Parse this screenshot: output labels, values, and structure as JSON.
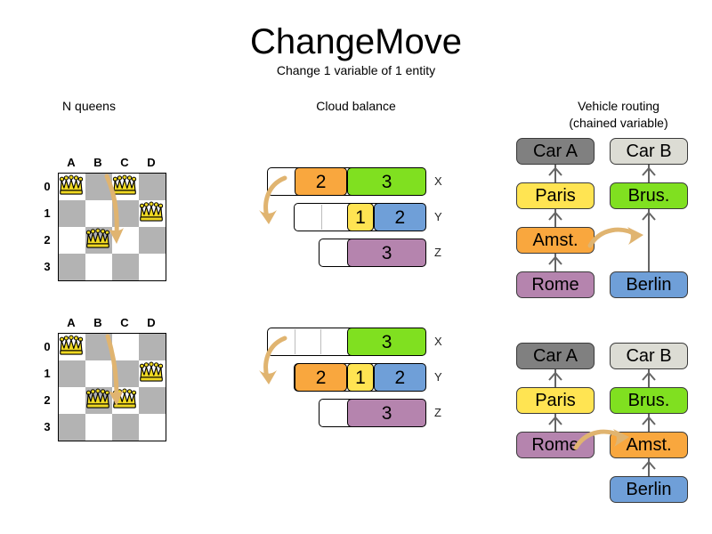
{
  "header": {
    "title": "ChangeMove",
    "subtitle": "Change 1 variable of 1 entity"
  },
  "columns": {
    "nqueens": "N queens",
    "cloud": "Cloud balance",
    "vrp_line1": "Vehicle routing",
    "vrp_line2": "(chained variable)"
  },
  "nqueens": {
    "files": [
      "A",
      "B",
      "C",
      "D"
    ],
    "ranks": [
      "0",
      "1",
      "2",
      "3"
    ],
    "before": {
      "queens": [
        {
          "file": 0,
          "rank": 0
        },
        {
          "file": 2,
          "rank": 0
        },
        {
          "file": 3,
          "rank": 1
        },
        {
          "file": 1,
          "rank": 2
        }
      ],
      "move": {
        "from_file": 2,
        "from_rank": 0,
        "to_file": 2,
        "to_rank": 2
      }
    },
    "after": {
      "queens": [
        {
          "file": 0,
          "rank": 0
        },
        {
          "file": 3,
          "rank": 1
        },
        {
          "file": 1,
          "rank": 2
        },
        {
          "file": 2,
          "rank": 2
        }
      ],
      "move": {
        "from_file": 2,
        "from_rank": 0,
        "to_file": 2,
        "to_rank": 2
      }
    },
    "colors": {
      "dark": "#b3b3b3",
      "light": "#ffffff",
      "queen": "#f0d922",
      "arrow": "#e0b470"
    }
  },
  "cloud": {
    "computer_labels": [
      "X",
      "Y",
      "Z"
    ],
    "before": {
      "computers": [
        {
          "label": "X",
          "processes": [
            {
              "value": "2",
              "color": "#f9a73e"
            },
            {
              "value": "3",
              "color": "#80e020"
            }
          ]
        },
        {
          "label": "Y",
          "processes": [
            {
              "value": "1",
              "color": "#ffe452"
            },
            {
              "value": "2",
              "color": "#6f9fd8"
            }
          ]
        },
        {
          "label": "Z",
          "processes": [
            {
              "value": "3",
              "color": "#b584ae"
            }
          ]
        }
      ]
    },
    "after": {
      "computers": [
        {
          "label": "X",
          "processes": [
            {
              "value": "3",
              "color": "#80e020"
            }
          ]
        },
        {
          "label": "Y",
          "processes": [
            {
              "value": "2",
              "color": "#f9a73e"
            },
            {
              "value": "1",
              "color": "#ffe452"
            },
            {
              "value": "2",
              "color": "#6f9fd8"
            }
          ]
        },
        {
          "label": "Z",
          "processes": [
            {
              "value": "3",
              "color": "#b584ae"
            }
          ]
        }
      ]
    },
    "moved_process": {
      "value": "2",
      "color": "#f9a73e",
      "from": "X",
      "to": "Y"
    }
  },
  "vrp": {
    "before": {
      "chain_a": [
        "Rome",
        "Amst.",
        "Paris",
        "Car A"
      ],
      "chain_b": [
        "Berlin",
        "Brus.",
        "Car B"
      ]
    },
    "after": {
      "chain_a": [
        "Rome",
        "Paris",
        "Car A"
      ],
      "chain_b": [
        "Berlin",
        "Amst.",
        "Brus.",
        "Car B"
      ]
    },
    "moved_node": "Amst.",
    "node_colors": {
      "Car A": "#808080",
      "Car B": "#dcdcd4",
      "Paris": "#ffe452",
      "Brus.": "#80e020",
      "Amst.": "#f9a73e",
      "Rome": "#b584ae",
      "Berlin": "#6f9fd8"
    }
  },
  "icons": {
    "queen": "queen-chess-piece-icon",
    "move_arrow": "curved-move-arrow-icon",
    "chain_arrow": "chain-link-arrow-icon"
  }
}
